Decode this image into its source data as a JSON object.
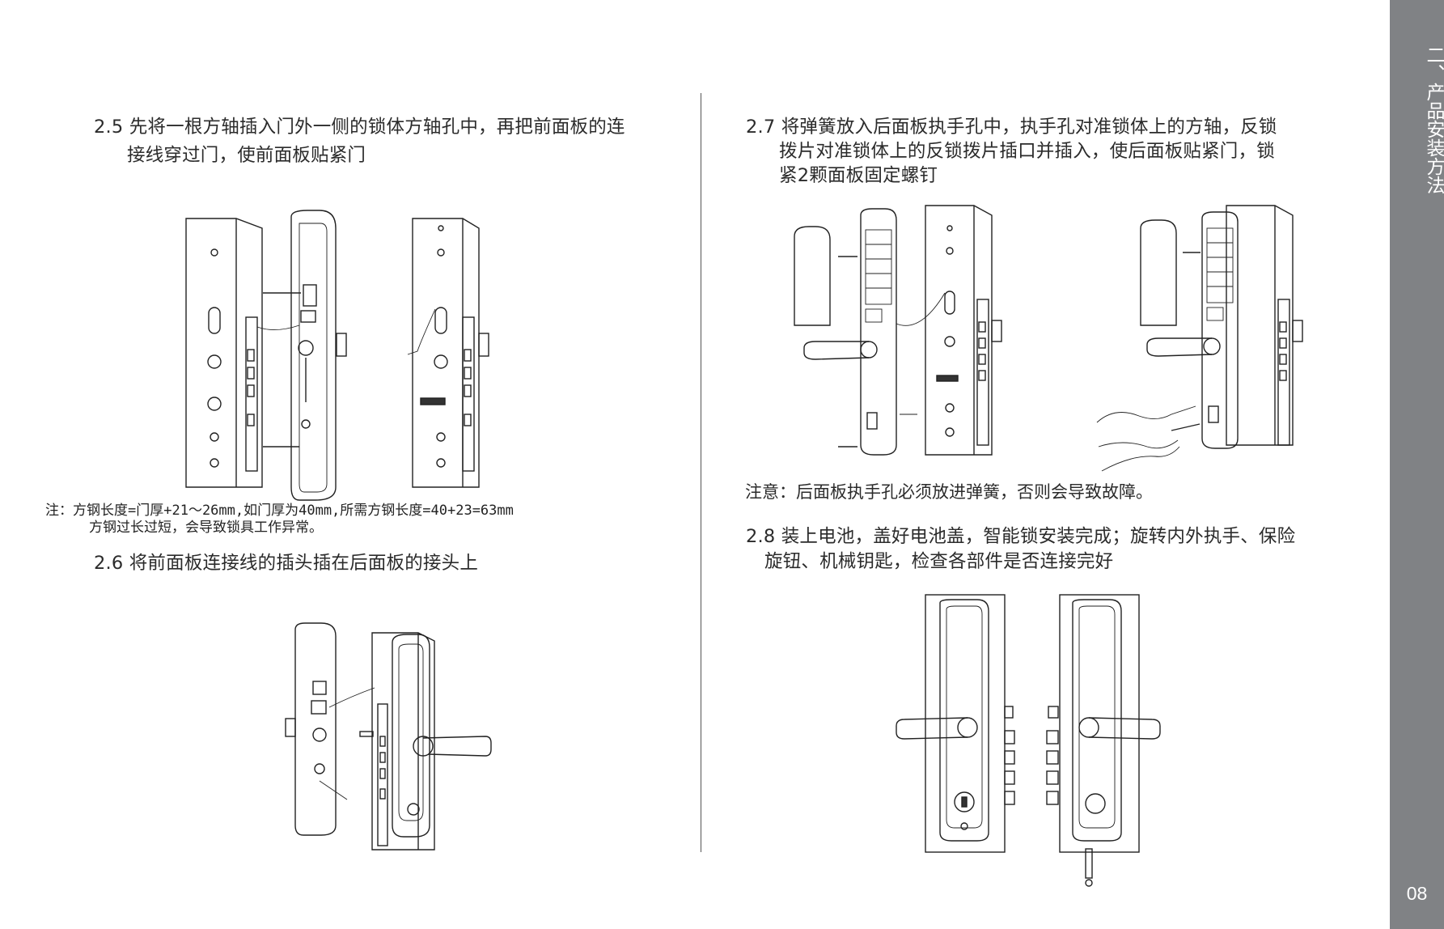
{
  "steps": {
    "s25": {
      "line1": "2.5 先将一根方轴插入门外一侧的锁体方轴孔中，再把前面板的连",
      "line2": "接线穿过门，使前面板贴紧门"
    },
    "note": {
      "line1": "注：方钢长度=门厚+21～26mm,如门厚为40mm,所需方钢长度=40+23=63mm",
      "line2": "方钢过长过短，会导致锁具工作异常。"
    },
    "s26": {
      "line1": "2.6 将前面板连接线的插头插在后面板的接头上"
    },
    "s27": {
      "line1": "2.7 将弹簧放入后面板执手孔中，执手孔对准锁体上的方轴，反锁",
      "line2": "拨片对准锁体上的反锁拨片插口并插入，使后面板贴紧门，锁",
      "line3": "紧2颗面板固定螺钉"
    },
    "caution": {
      "text": "注意：后面板执手孔必须放进弹簧，否则会导致故障。"
    },
    "s28": {
      "line1": "2.8  装上电池，盖好电池盖，智能锁安装完成；旋转内外执手、保险",
      "line2": "旋钮、机械钥匙，检查各部件是否连接完好"
    }
  },
  "sidebar": {
    "title": "二、产品安装方法",
    "page_number": "08",
    "color": "#808285"
  }
}
